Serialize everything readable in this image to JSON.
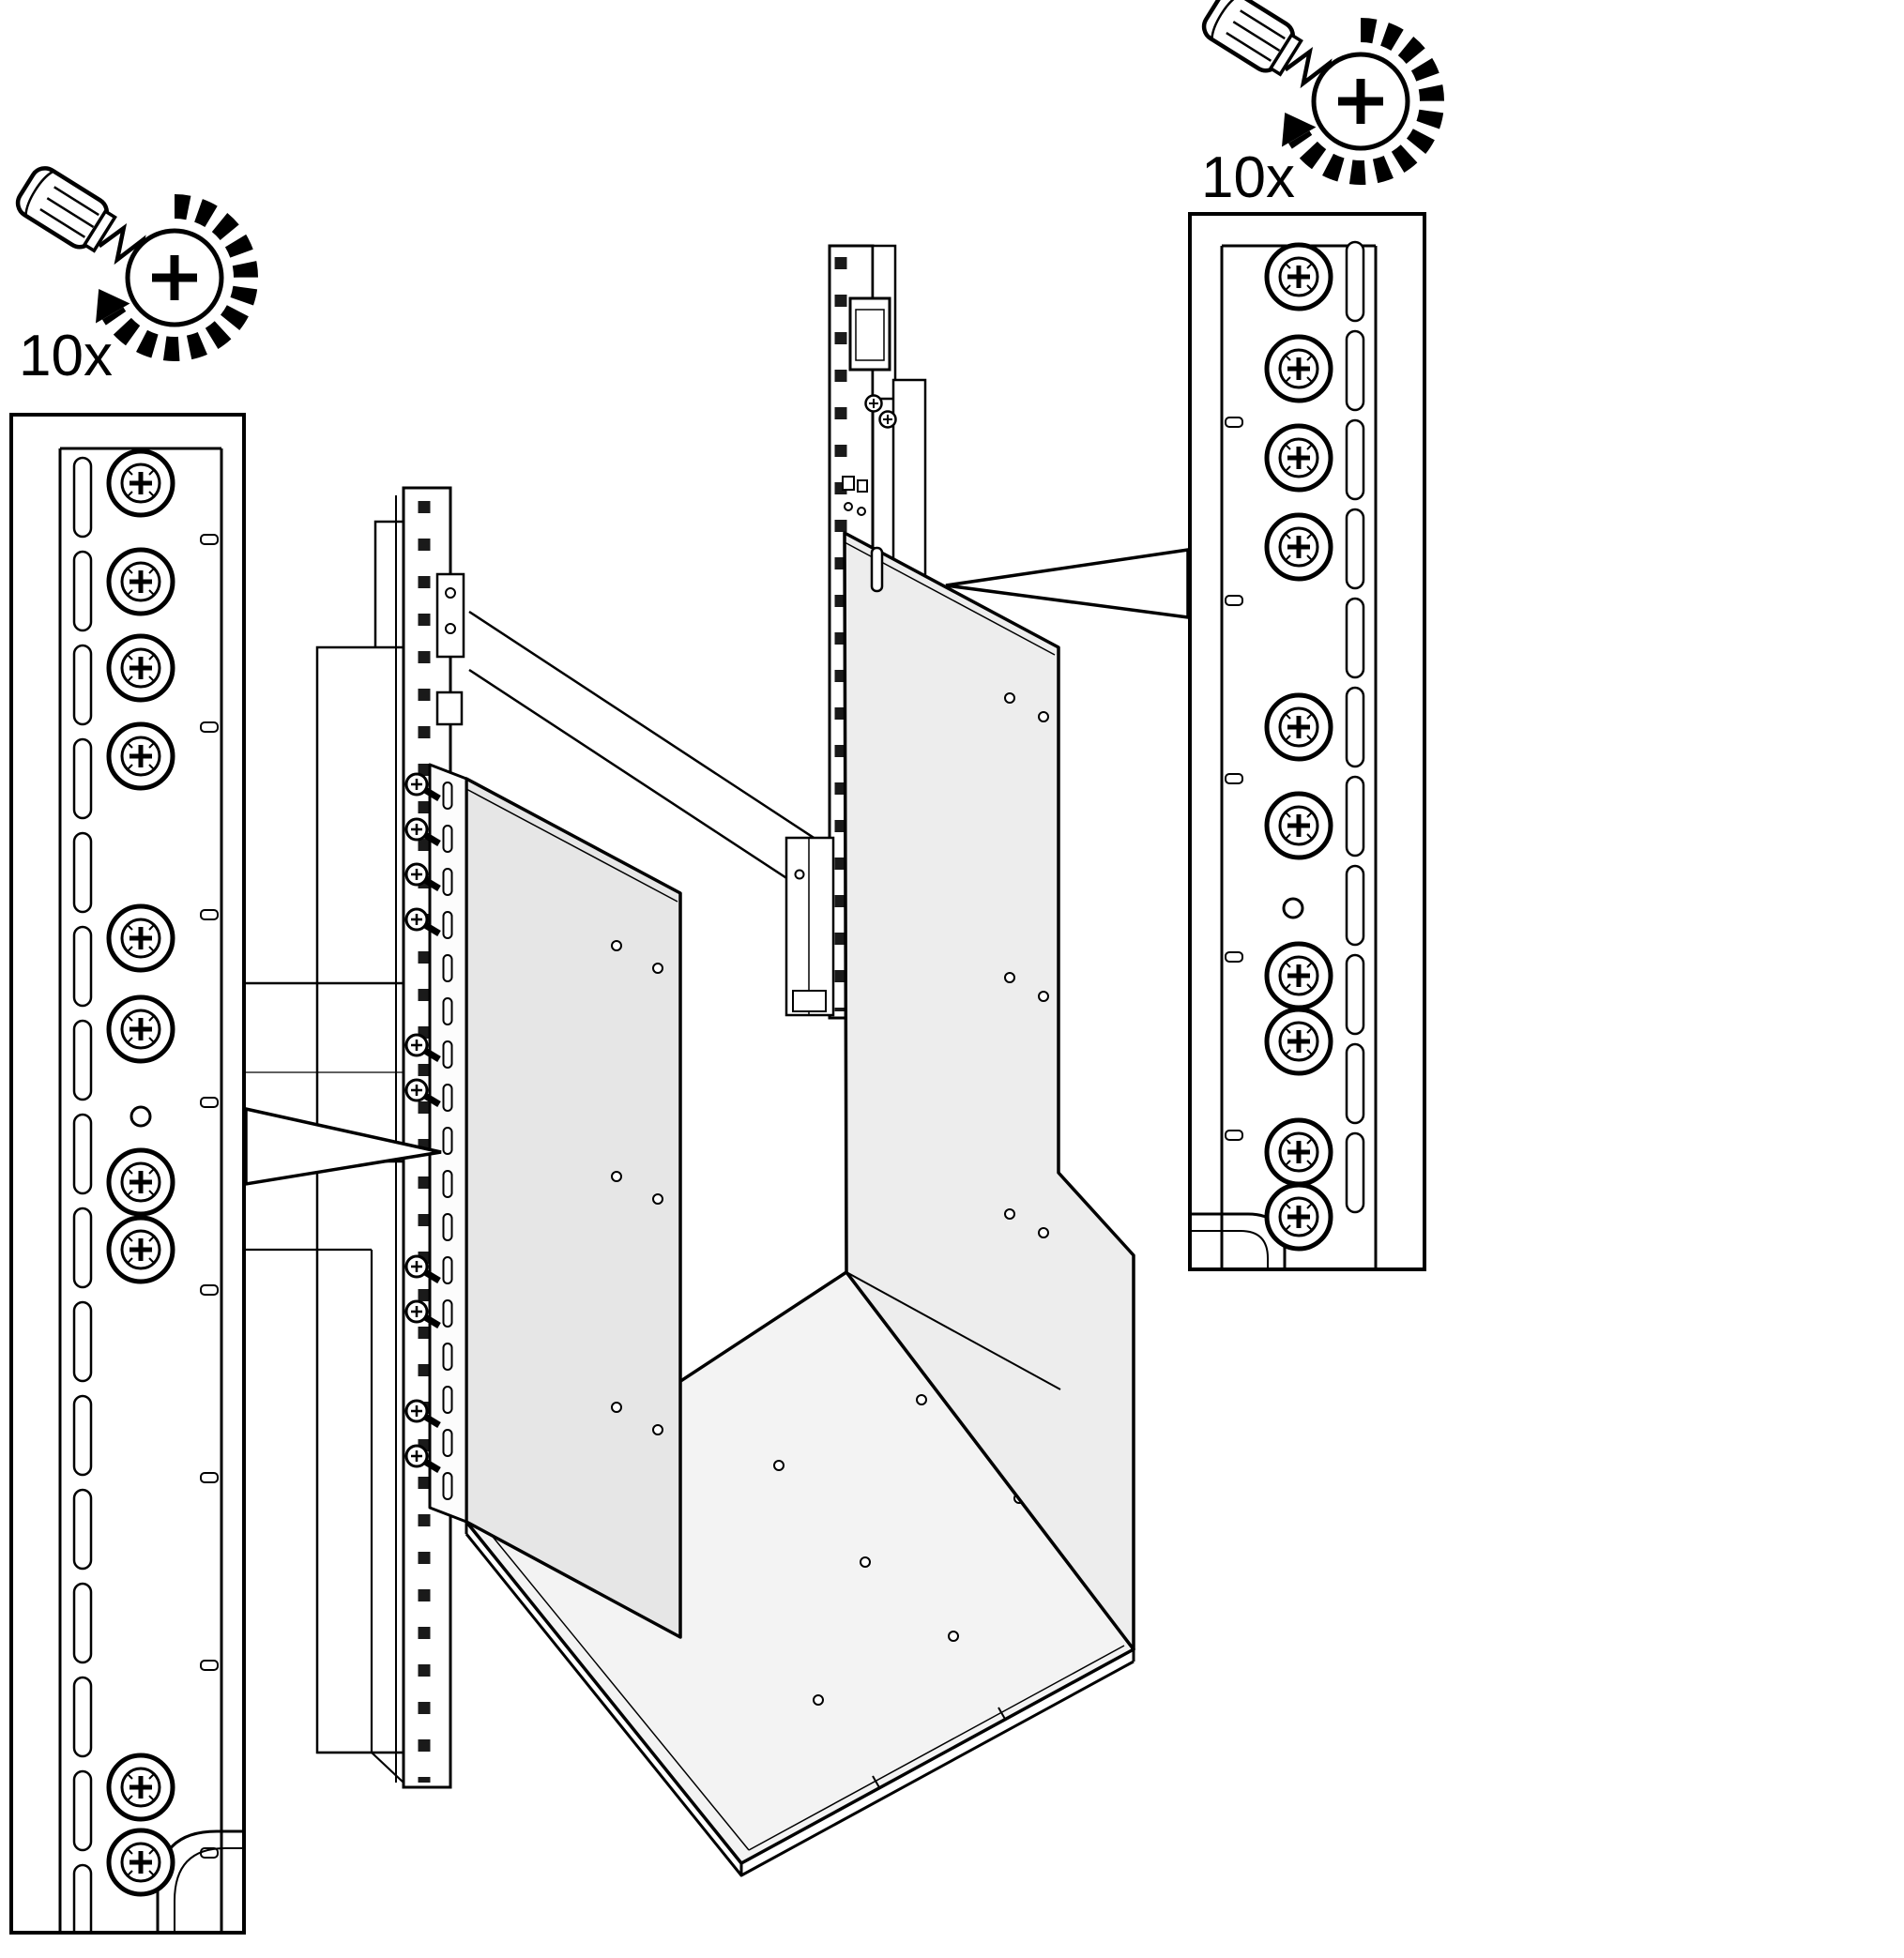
{
  "figure": {
    "left_callout": {
      "quantity_label": "10x",
      "icon": "phillips-screw-clockwise-arrow-icon",
      "screws_shown": 10
    },
    "right_callout": {
      "quantity_label": "10x",
      "icon": "phillips-screw-clockwise-arrow-icon",
      "screws_shown": 10
    },
    "colors": {
      "line": "#000000",
      "bracket_fill": "#ececec",
      "background": "#ffffff"
    }
  }
}
